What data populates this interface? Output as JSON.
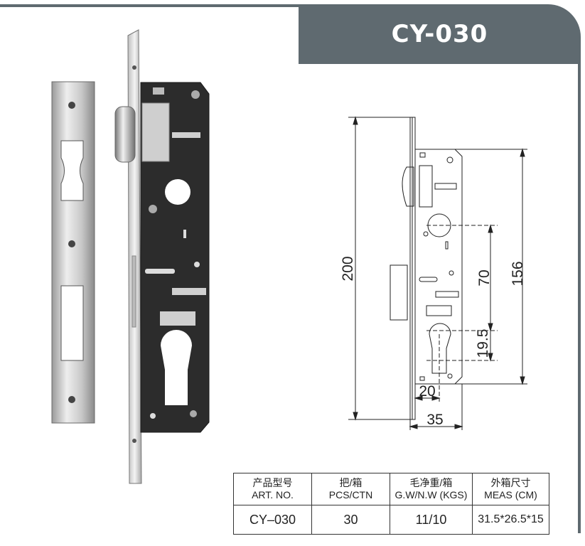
{
  "title": "CY-030",
  "dimensions": {
    "overall_height": "200",
    "body_height": "156",
    "center_distance": "70",
    "cylinder_height": "19.5",
    "backset": "20",
    "depth": "35"
  },
  "table": {
    "headers": [
      {
        "cn": "产品型号",
        "en": "ART. NO."
      },
      {
        "cn": "把/箱",
        "en": "PCS/CTN"
      },
      {
        "cn": "毛净重/箱",
        "en": "G.W/N.W (KGS)"
      },
      {
        "cn": "外箱尺寸",
        "en": "MEAS (CM)"
      }
    ],
    "row": [
      "CY–030",
      "30",
      "11/10",
      "31.5*26.5*15"
    ]
  },
  "colors": {
    "banner": "#5f6a70",
    "lock_body": "#2c2c2c",
    "faceplate": "#d9d9d9"
  }
}
